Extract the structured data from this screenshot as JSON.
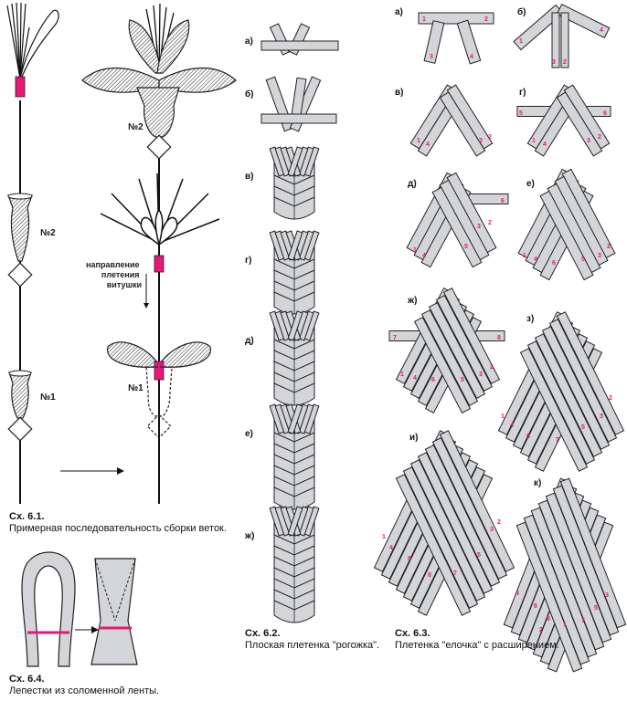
{
  "colors": {
    "band": "#d3d5d8",
    "outline": "#222222",
    "accent": "#e6197a",
    "stem": "#111111"
  },
  "fig61": {
    "caption_title": "Сх. 6.1.",
    "caption_text": "Примерная последовательность сборки веток.",
    "label_n2_left": "№2",
    "label_n1_left": "№1",
    "label_n2_right": "№2",
    "label_n1_right": "№1",
    "direction_lines": [
      "направление",
      "плетения",
      "витушки"
    ]
  },
  "fig62": {
    "caption_title": "Сх. 6.2.",
    "caption_text": "Плоская плетенка \"рогожка\".",
    "steps": [
      "а)",
      "б)",
      "в)",
      "г)",
      "д)",
      "е)",
      "ж)"
    ]
  },
  "fig63": {
    "caption_title": "Сх. 6.3.",
    "caption_text": "Плетенка \"елочка\" с расширением.",
    "steps": [
      "а)",
      "б)",
      "в)",
      "г)",
      "д)",
      "е)",
      "ж)",
      "з)",
      "и)",
      "к)"
    ],
    "strip_numbers": {
      "a": [
        "1",
        "2",
        "3",
        "4"
      ],
      "b": [
        "1",
        "4",
        "3",
        "2"
      ],
      "v": [
        "1",
        "4",
        "3",
        "2"
      ],
      "g": [
        "5",
        "6",
        "1",
        "4",
        "3",
        "2"
      ],
      "d": [
        "6",
        "1",
        "4",
        "5",
        "3",
        "2"
      ],
      "e": [
        "1",
        "4",
        "6",
        "5",
        "3",
        "2"
      ],
      "zh": [
        "7",
        "8",
        "1",
        "4",
        "6",
        "5",
        "3",
        "2"
      ],
      "z": [
        "1",
        "4",
        "6",
        "7",
        "5",
        "3",
        "2"
      ],
      "i": [
        "1",
        "4",
        "6",
        "8",
        "7",
        "5",
        "3",
        "2"
      ],
      "k": [
        "4",
        "6",
        "8",
        "2",
        "1",
        "7",
        "5",
        "3"
      ]
    }
  },
  "fig64": {
    "caption_title": "Сх. 6.4.",
    "caption_text": "Лепестки из соломенной ленты."
  }
}
